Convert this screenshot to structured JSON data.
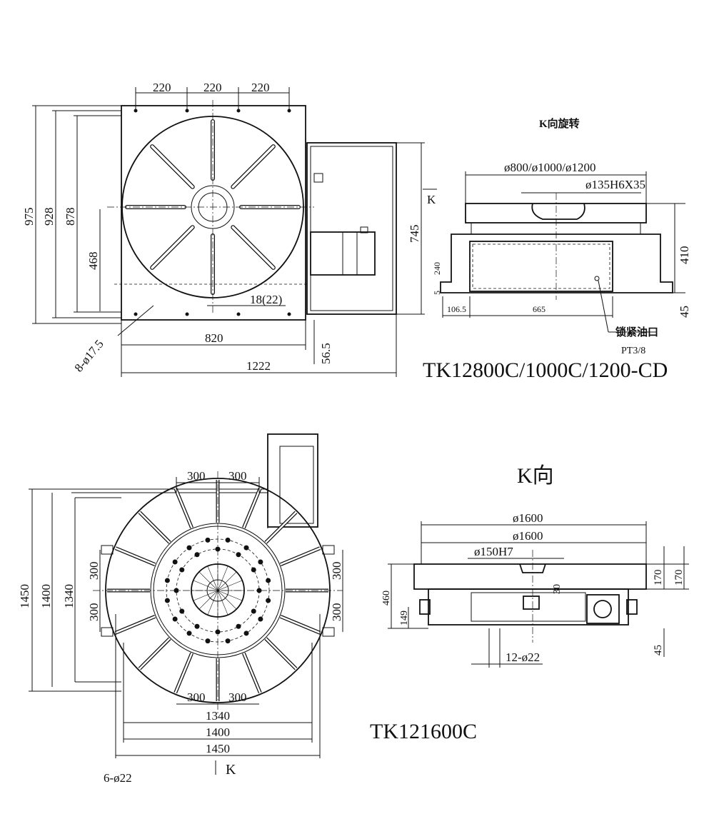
{
  "drawing_1": {
    "title": "TK12800C/1000C/1200-CD",
    "top_dims": [
      "220",
      "220",
      "220"
    ],
    "left_dims": [
      "975",
      "928",
      "878",
      "468"
    ],
    "right_dim": "745",
    "slot_dim": "18(22)",
    "bottom_dims": [
      "820",
      "1222"
    ],
    "offset_dim": "56.5",
    "holes": "8-ø17.5",
    "side_view": {
      "title": "K向旋转",
      "k_marker": "K",
      "diameter": "ø800/ø1000/ø1200",
      "bore": "ø135H6X35",
      "heights": [
        "410",
        "45",
        "240",
        "5"
      ],
      "widths": [
        "106.5",
        "665"
      ],
      "port_label": "锁紧油口",
      "port_thread": "PT3/8"
    }
  },
  "drawing_2": {
    "title": "TK121600C",
    "top_dims": [
      "300",
      "300"
    ],
    "bottom_dims": [
      "300",
      "300"
    ],
    "left_dims": [
      "1450",
      "1400",
      "1340",
      "300",
      "300"
    ],
    "right_dims": [
      "300",
      "300"
    ],
    "width_dims": [
      "1340",
      "1400",
      "1450"
    ],
    "k_marker": "K",
    "holes_cut": "6-ø22",
    "side_view": {
      "title": "K向",
      "diameters": [
        "ø1600",
        "ø1600"
      ],
      "bore": "ø150H7",
      "heights": [
        "460",
        "149",
        "30",
        "170",
        "170",
        "45"
      ],
      "holes": "12-ø22"
    }
  }
}
